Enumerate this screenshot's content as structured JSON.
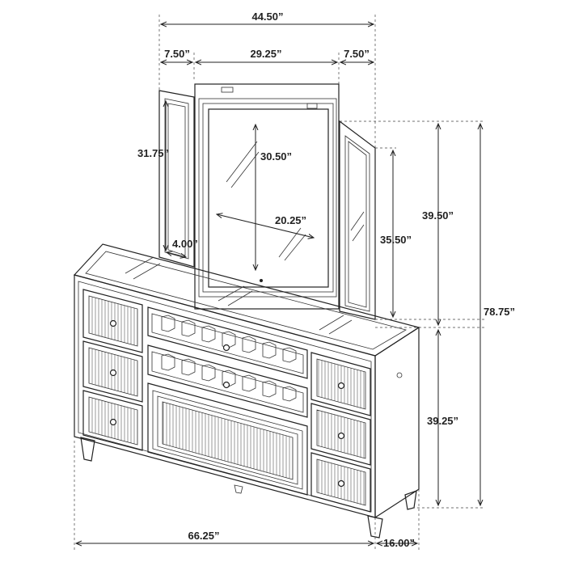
{
  "dimensions": {
    "mirror_total_width": "44.50”",
    "side_panel_left_width": "7.50”",
    "center_mirror_width": "29.25”",
    "side_panel_right_width": "7.50”",
    "side_panel_height": "31.75”",
    "side_panel_depth": "4.00”",
    "center_mirror_inner_height": "30.50”",
    "center_mirror_inner_width": "20.25”",
    "side_panel_outer_height": "35.50”",
    "mirror_height": "39.50”",
    "total_height": "78.75”",
    "dresser_height": "39.25”",
    "dresser_width": "66.25”",
    "dresser_depth": "16.00”"
  }
}
